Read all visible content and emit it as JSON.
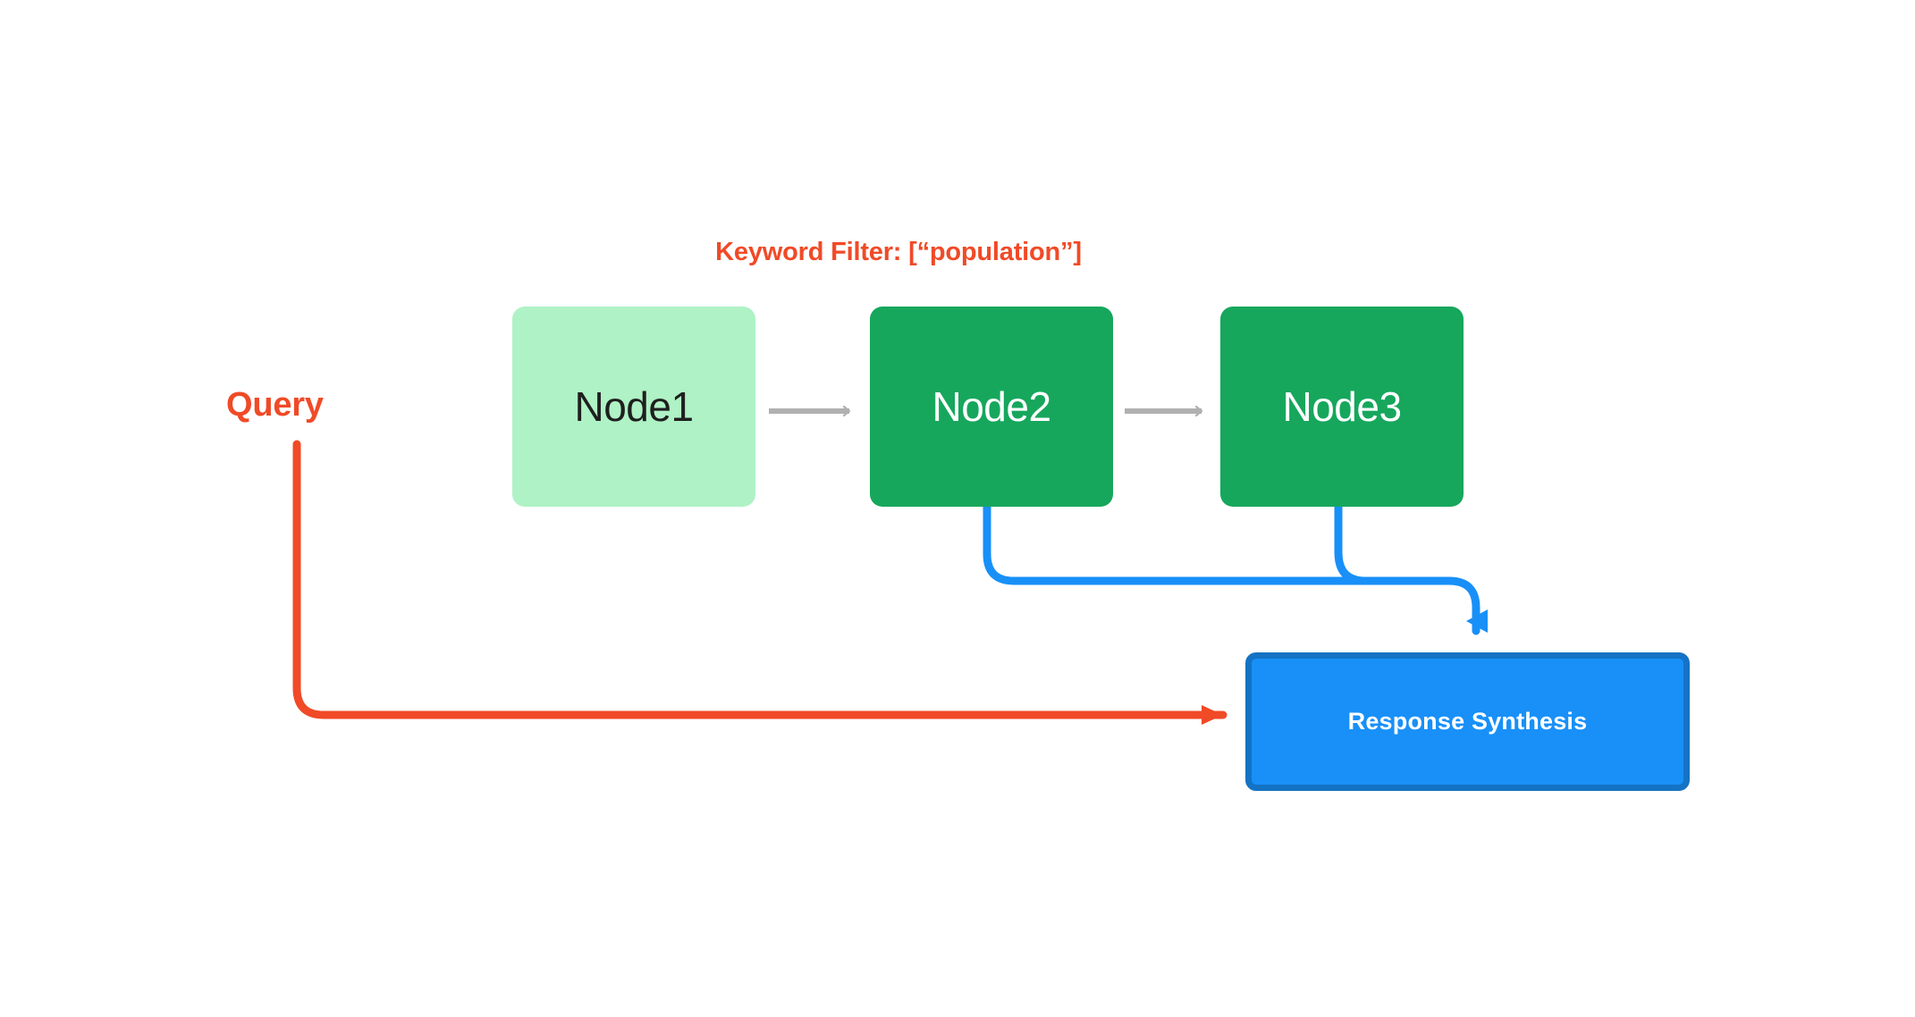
{
  "diagram": {
    "title_label": "Keyword Filter: [“population”]",
    "query_label": "Query",
    "nodes": [
      {
        "id": "node1",
        "label": "Node1",
        "state": "filtered-out",
        "fill": "#AFF2C5",
        "text_color": "#1F1F1F"
      },
      {
        "id": "node2",
        "label": "Node2",
        "state": "matched",
        "fill": "#16A75C",
        "text_color": "#FFFFFF"
      },
      {
        "id": "node3",
        "label": "Node3",
        "state": "matched",
        "fill": "#16A75C",
        "text_color": "#FFFFFF"
      }
    ],
    "output": {
      "label": "Response Synthesis",
      "fill": "#1890F8",
      "border_color": "#1473C4",
      "text_color": "#FFFFFF"
    },
    "connectors": {
      "node_chain_color": "#B0B0B0",
      "retrieval_color": "#1890F8",
      "query_color": "#F04A27"
    },
    "colors": {
      "background": "#FFFFFF",
      "accent_red": "#F04A27",
      "accent_blue": "#1890F8",
      "accent_green": "#16A75C",
      "accent_green_light": "#AFF2C5",
      "gray": "#B0B0B0"
    }
  }
}
